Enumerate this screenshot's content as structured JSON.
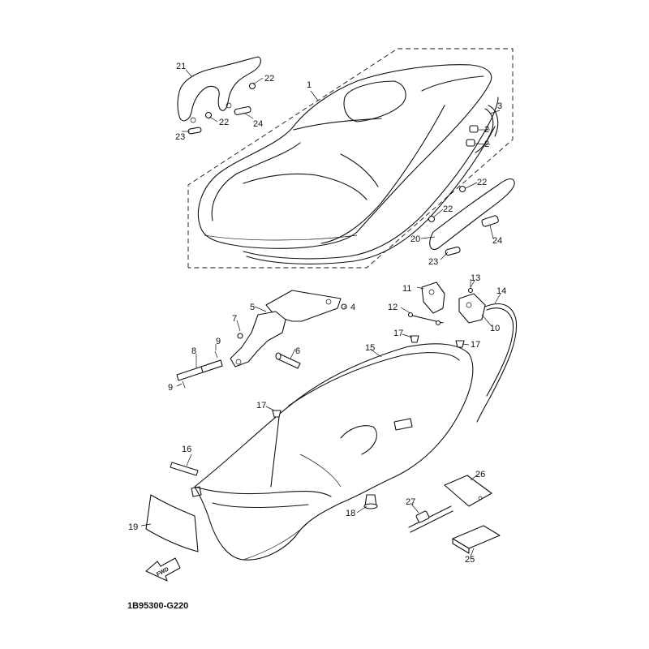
{
  "diagram": {
    "catalog_code": "1B95300-G220",
    "fwd_label": "FWD",
    "callouts": [
      "1",
      "2",
      "2",
      "3",
      "4",
      "5",
      "6",
      "7",
      "8",
      "9",
      "9",
      "10",
      "11",
      "12",
      "13",
      "14",
      "15",
      "16",
      "17",
      "17",
      "17",
      "18",
      "19",
      "20",
      "21",
      "22",
      "22",
      "22",
      "22",
      "23",
      "23",
      "24",
      "24",
      "25",
      "26",
      "27"
    ]
  }
}
